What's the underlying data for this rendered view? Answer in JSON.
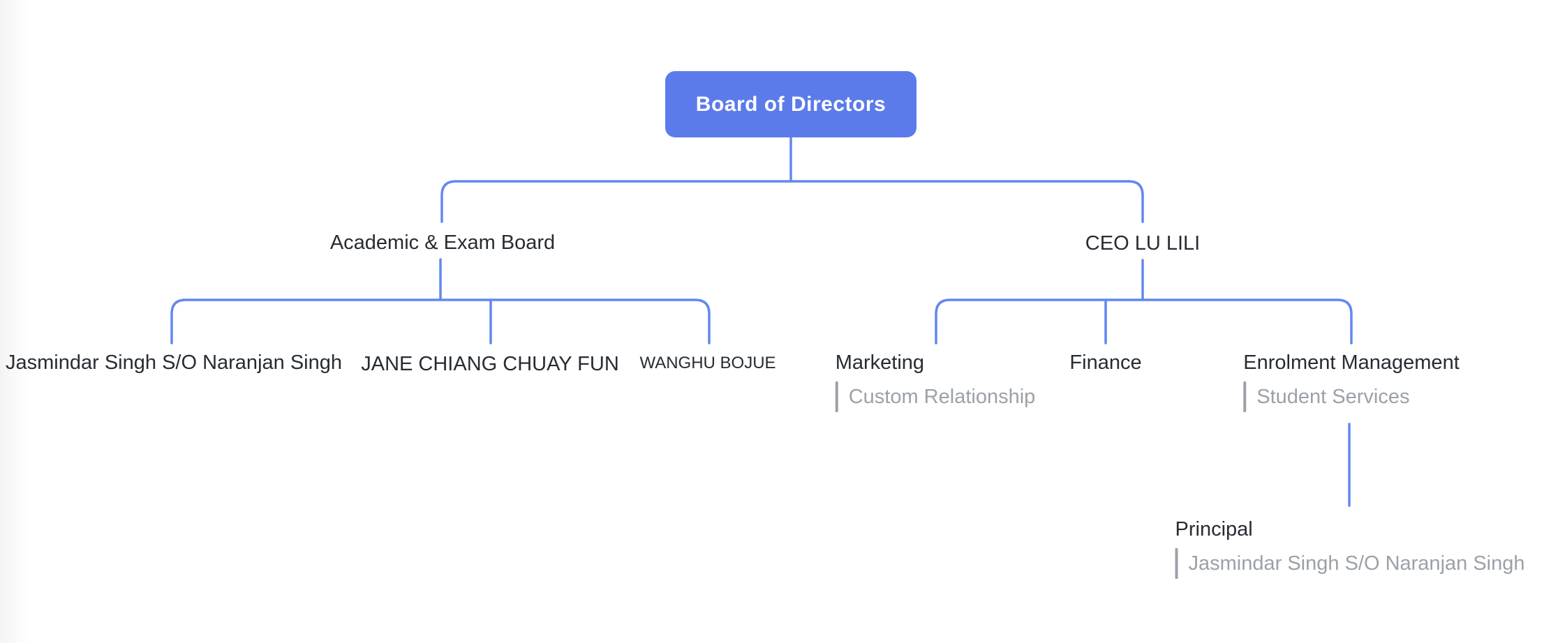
{
  "colors": {
    "node-fill": "#5b7beb",
    "line": "#6288ef",
    "root-text": "#ffffff",
    "title-text": "#272c33",
    "subtitle-text": "#9ba1a8"
  },
  "org": {
    "root": {
      "label": "Board of Directors",
      "children": [
        {
          "label": "Academic & Exam Board",
          "children": [
            {
              "label": "Jasmindar Singh S/O Naranjan Singh"
            },
            {
              "label": "JANE CHIANG CHUAY FUN"
            },
            {
              "label": "WANGHU BOJUE"
            }
          ]
        },
        {
          "label": "CEO LU LILI",
          "children": [
            {
              "label": "Marketing",
              "subtitle": "Custom Relationship"
            },
            {
              "label": "Finance"
            },
            {
              "label": "Enrolment Management",
              "subtitle": "Student Services",
              "children": [
                {
                  "label": "Principal",
                  "subtitle": "Jasmindar Singh S/O Naranjan Singh"
                }
              ]
            }
          ]
        }
      ]
    }
  }
}
